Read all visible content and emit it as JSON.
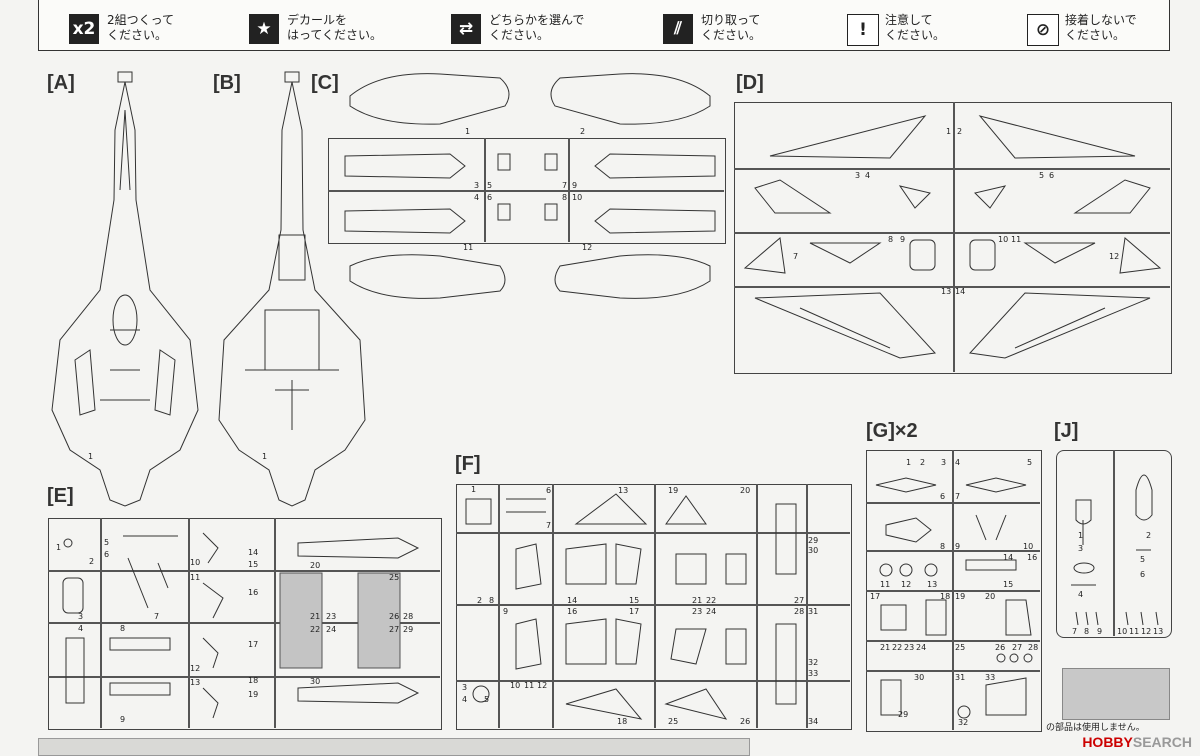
{
  "legend": [
    {
      "icon": "x2",
      "icon_name": "times-two-icon",
      "text": "2組つくって\nください。"
    },
    {
      "icon": "★",
      "icon_name": "star-decal-icon",
      "text": "デカールを\nはってください。"
    },
    {
      "icon": "⇄",
      "icon_name": "choose-one-icon",
      "text": "どちらかを選んで\nください。"
    },
    {
      "icon": "⫽",
      "icon_name": "cut-off-icon",
      "text": "切り取って\nください。"
    },
    {
      "icon": "!",
      "icon_name": "caution-icon",
      "text": "注意して\nください。"
    },
    {
      "icon": "⊘",
      "icon_name": "no-glue-icon",
      "text": "接着しないで\nください。"
    }
  ],
  "sprues": {
    "A": "[A]",
    "B": "[B]",
    "C": "[C]",
    "D": "[D]",
    "E": "[E]",
    "F": "[F]",
    "G": "[G]×2",
    "J": "[J]"
  },
  "part_numbers": {
    "a1": "1",
    "b1": "1",
    "c1": "1",
    "c2": "2",
    "c3": "3",
    "c4": "4",
    "c5": "5",
    "c6": "6",
    "c7": "7",
    "c8": "8",
    "c9": "9",
    "c10": "10",
    "c11": "11",
    "c12": "12",
    "d1": "1",
    "d2": "2",
    "d3": "3",
    "d4": "4",
    "d5": "5",
    "d6": "6",
    "d7": "7",
    "d8": "8",
    "d9": "9",
    "d10": "10",
    "d11": "11",
    "d12": "12",
    "d13": "13",
    "d14": "14",
    "e1": "1",
    "e2": "2",
    "e3": "3",
    "e4": "4",
    "e5": "5",
    "e6": "6",
    "e7": "7",
    "e8": "8",
    "e9": "9",
    "e10": "10",
    "e11": "11",
    "e12": "12",
    "e13": "13",
    "e14": "14",
    "e15": "15",
    "e16": "16",
    "e17": "17",
    "e18": "18",
    "e19": "19",
    "e20": "20",
    "e21": "21",
    "e22": "22",
    "e23": "23",
    "e24": "24",
    "e25": "25",
    "e26": "26",
    "e27": "27",
    "e28": "28",
    "e29": "29",
    "e30": "30",
    "f1": "1",
    "f2": "2",
    "f3": "3",
    "f4": "4",
    "f5": "5",
    "f6": "6",
    "f7": "7",
    "f8": "8",
    "f9": "9",
    "f10": "10",
    "f11": "11",
    "f12": "12",
    "f13": "13",
    "f14": "14",
    "f15": "15",
    "f16": "16",
    "f17": "17",
    "f18": "18",
    "f19": "19",
    "f20": "20",
    "f21": "21",
    "f22": "22",
    "f23": "23",
    "f24": "24",
    "f25": "25",
    "f26": "26",
    "f27": "27",
    "f28": "28",
    "f29": "29",
    "f30": "30",
    "f31": "31",
    "f32": "32",
    "f33": "33",
    "f34": "34",
    "g1": "1",
    "g2": "2",
    "g3": "3",
    "g4": "4",
    "g5": "5",
    "g6": "6",
    "g7": "7",
    "g8": "8",
    "g9": "9",
    "g10": "10",
    "g11": "11",
    "g12": "12",
    "g13": "13",
    "g14": "14",
    "g15": "15",
    "g16": "16",
    "g17": "17",
    "g18": "18",
    "g19": "19",
    "g20": "20",
    "g21": "21",
    "g22": "22",
    "g23": "23",
    "g24": "24",
    "g25": "25",
    "g26": "26",
    "g27": "27",
    "g28": "28",
    "g29": "29",
    "g30": "30",
    "g31": "31",
    "g32": "32",
    "g33": "33",
    "j1": "1",
    "j2": "2",
    "j3": "3",
    "j4": "4",
    "j5": "5",
    "j6": "6",
    "j7": "7",
    "j8": "8",
    "j9": "9",
    "j10": "10",
    "j11": "11",
    "j12": "12",
    "j13": "13"
  },
  "note": "の部品は使用しません。",
  "watermark": {
    "brand": "HOBBY",
    "word": "SEARCH"
  },
  "colors": {
    "ink": "#333333",
    "unused": "#c4c4c4",
    "brand_red": "#cc0000"
  }
}
